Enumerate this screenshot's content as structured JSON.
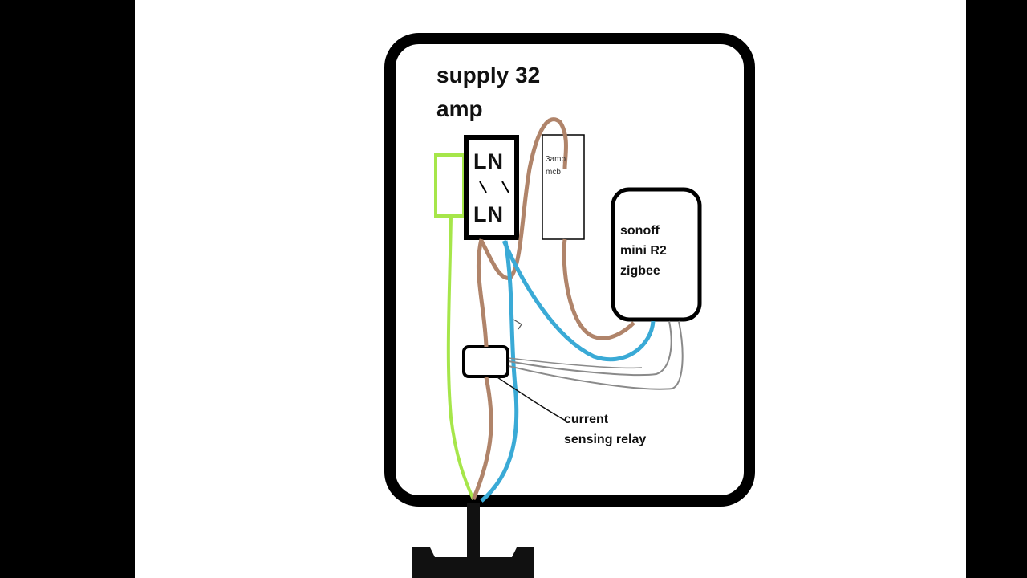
{
  "diagram": {
    "title_lines": [
      "supply 32",
      "amp"
    ],
    "isolator_top_label": "LN",
    "isolator_bottom_label": "LN",
    "mcb_label_lines": [
      "3amp",
      "mcb"
    ],
    "sonoff_label_lines": [
      "sonoff",
      "mini R2",
      "zigbee"
    ],
    "relay_label_lines": [
      "current",
      "sensing relay"
    ]
  },
  "colors": {
    "earth_wire": "#a6e64a",
    "live_wire": "#b0846a",
    "neutral_wire": "#3aaad6",
    "signal_wire": "#8a8a8a",
    "outline": "#000000",
    "background": "#ffffff"
  }
}
